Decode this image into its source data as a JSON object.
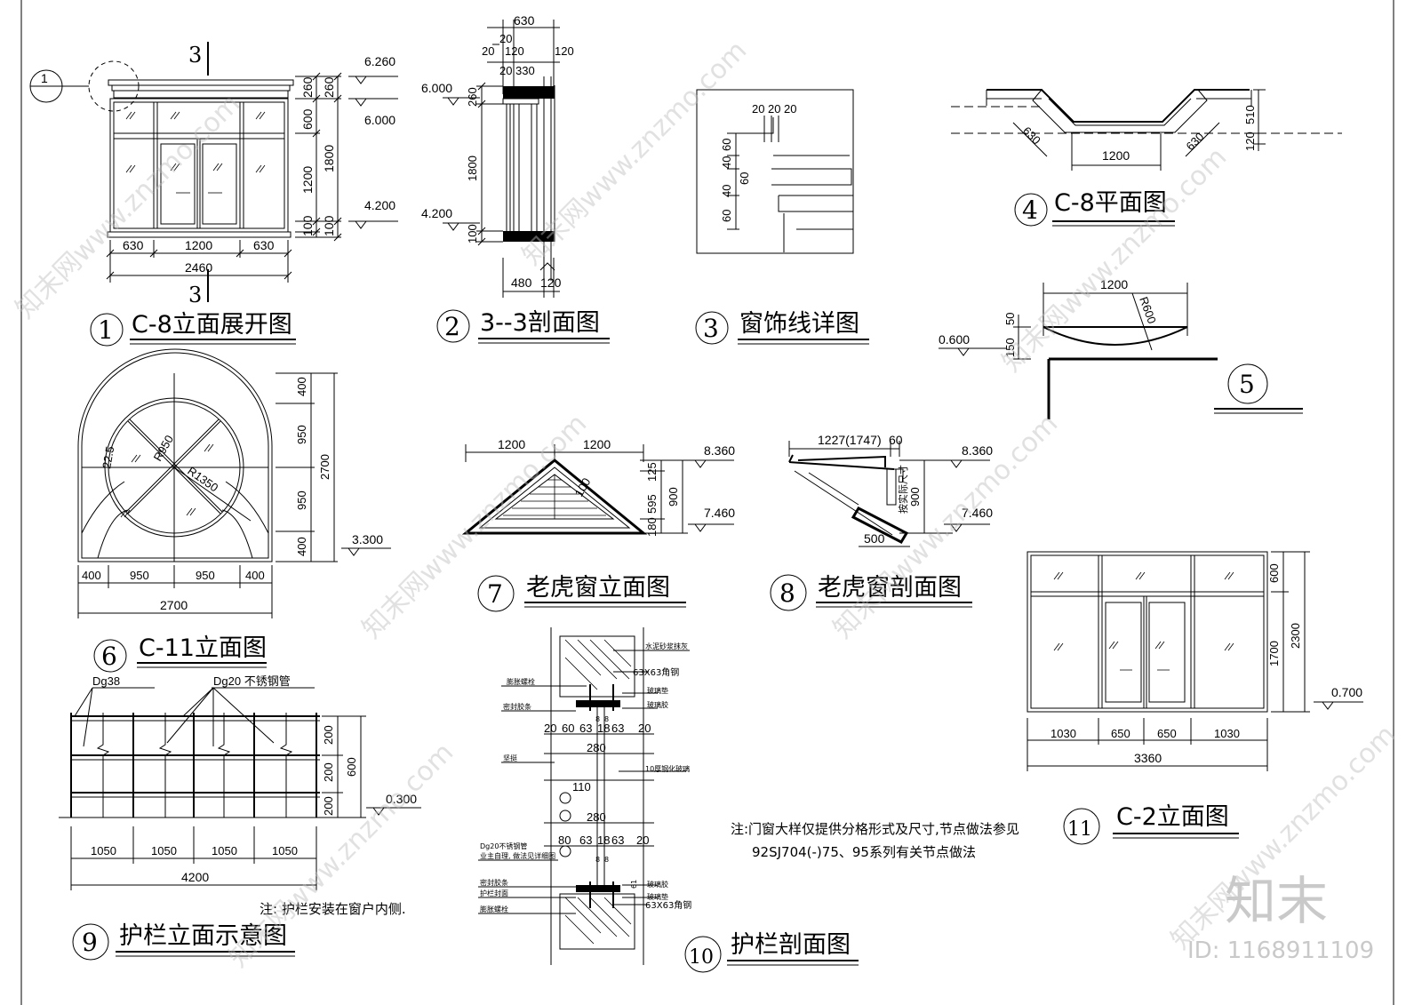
{
  "drawings": {
    "d1": {
      "num": "1",
      "title": "C-8立面展开图",
      "dims": [
        "630",
        "1200",
        "630",
        "2460",
        "260",
        "600",
        "1200",
        "100",
        "260",
        "1800",
        "100"
      ],
      "levels": [
        "6.260",
        "6.000",
        "4.200"
      ],
      "section": "3",
      "ref": "1"
    },
    "d2": {
      "num": "2",
      "title": "3--3剖面图",
      "dims": [
        "630",
        "20",
        "20",
        "120",
        "120",
        "20",
        "330",
        "260",
        "1800",
        "100",
        "480",
        "120"
      ],
      "levels": [
        "6.000",
        "4.200"
      ]
    },
    "d3": {
      "num": "3",
      "title": "窗饰线详图",
      "dims": [
        "20",
        "20",
        "20",
        "60",
        "40",
        "60",
        "40",
        "60"
      ]
    },
    "d4": {
      "num": "4",
      "title": "C-8平面图",
      "dims": [
        "630",
        "630",
        "1200",
        "510",
        "120"
      ]
    },
    "d5": {
      "num": "5",
      "dims": [
        "1200",
        "R600",
        "50",
        "150"
      ],
      "levels": [
        "0.600"
      ]
    },
    "d6": {
      "num": "6",
      "title": "C-11立面图",
      "dims": [
        "22.5",
        "R950",
        "R1350",
        "400",
        "950",
        "950",
        "400",
        "2700",
        "400",
        "950",
        "950",
        "400",
        "2700"
      ],
      "levels": [
        "3.300"
      ]
    },
    "d7": {
      "num": "7",
      "title": "老虎窗立面图",
      "dims": [
        "1200",
        "1200",
        "100",
        "125",
        "595",
        "180",
        "900"
      ],
      "levels": [
        "8.360",
        "7.460"
      ]
    },
    "d8": {
      "num": "8",
      "title": "老虎窗剖面图",
      "dims": [
        "1227(1747)",
        "60",
        "500",
        "按实际尺寸",
        "900"
      ],
      "levels": [
        "8.360",
        "7.460"
      ]
    },
    "d9": {
      "num": "9",
      "title": "护栏立面示意图",
      "labels": [
        "Dg38",
        "Dg20 不锈钢管"
      ],
      "dims": [
        "1050",
        "1050",
        "1050",
        "1050",
        "4200",
        "200",
        "200",
        "200",
        "600"
      ],
      "levels": [
        "0.300"
      ],
      "note": "注: 护栏安装在窗户内侧."
    },
    "d10": {
      "num": "10",
      "title": "护栏剖面图",
      "labels": [
        "水泥砂浆抹灰",
        "膨胀螺栓",
        "63X63角钢",
        "玻璃垫",
        "密封胶条",
        "玻璃胶",
        "坚挺",
        "10厚钢化玻璃",
        "Dg20不锈钢管",
        "业主自理, 做法见详细图",
        "密封胶条",
        "护栏封面",
        "膨胀螺栓",
        "玻璃胶",
        "玻璃垫",
        "63X63角钢"
      ],
      "dims": [
        "20",
        "60",
        "63",
        "18",
        "63",
        "20",
        "280",
        "110",
        "280",
        "80",
        "63",
        "18",
        "63",
        "20",
        "8",
        "8",
        "61",
        "8",
        "8"
      ]
    },
    "d11": {
      "num": "11",
      "title": "C-2立面图",
      "dims": [
        "1030",
        "650",
        "650",
        "1030",
        "3360",
        "600",
        "1700",
        "2300"
      ],
      "levels": [
        "0.700"
      ]
    }
  },
  "general_note": {
    "line1": "注:门窗大样仅提供分格形式及尺寸,节点做法参见",
    "line2": "92SJ704(-)75、95系列有关节点做法"
  },
  "watermark": {
    "text": "知末网www.znzmo.com",
    "logo": "知末",
    "id": "ID: 1168911109"
  }
}
